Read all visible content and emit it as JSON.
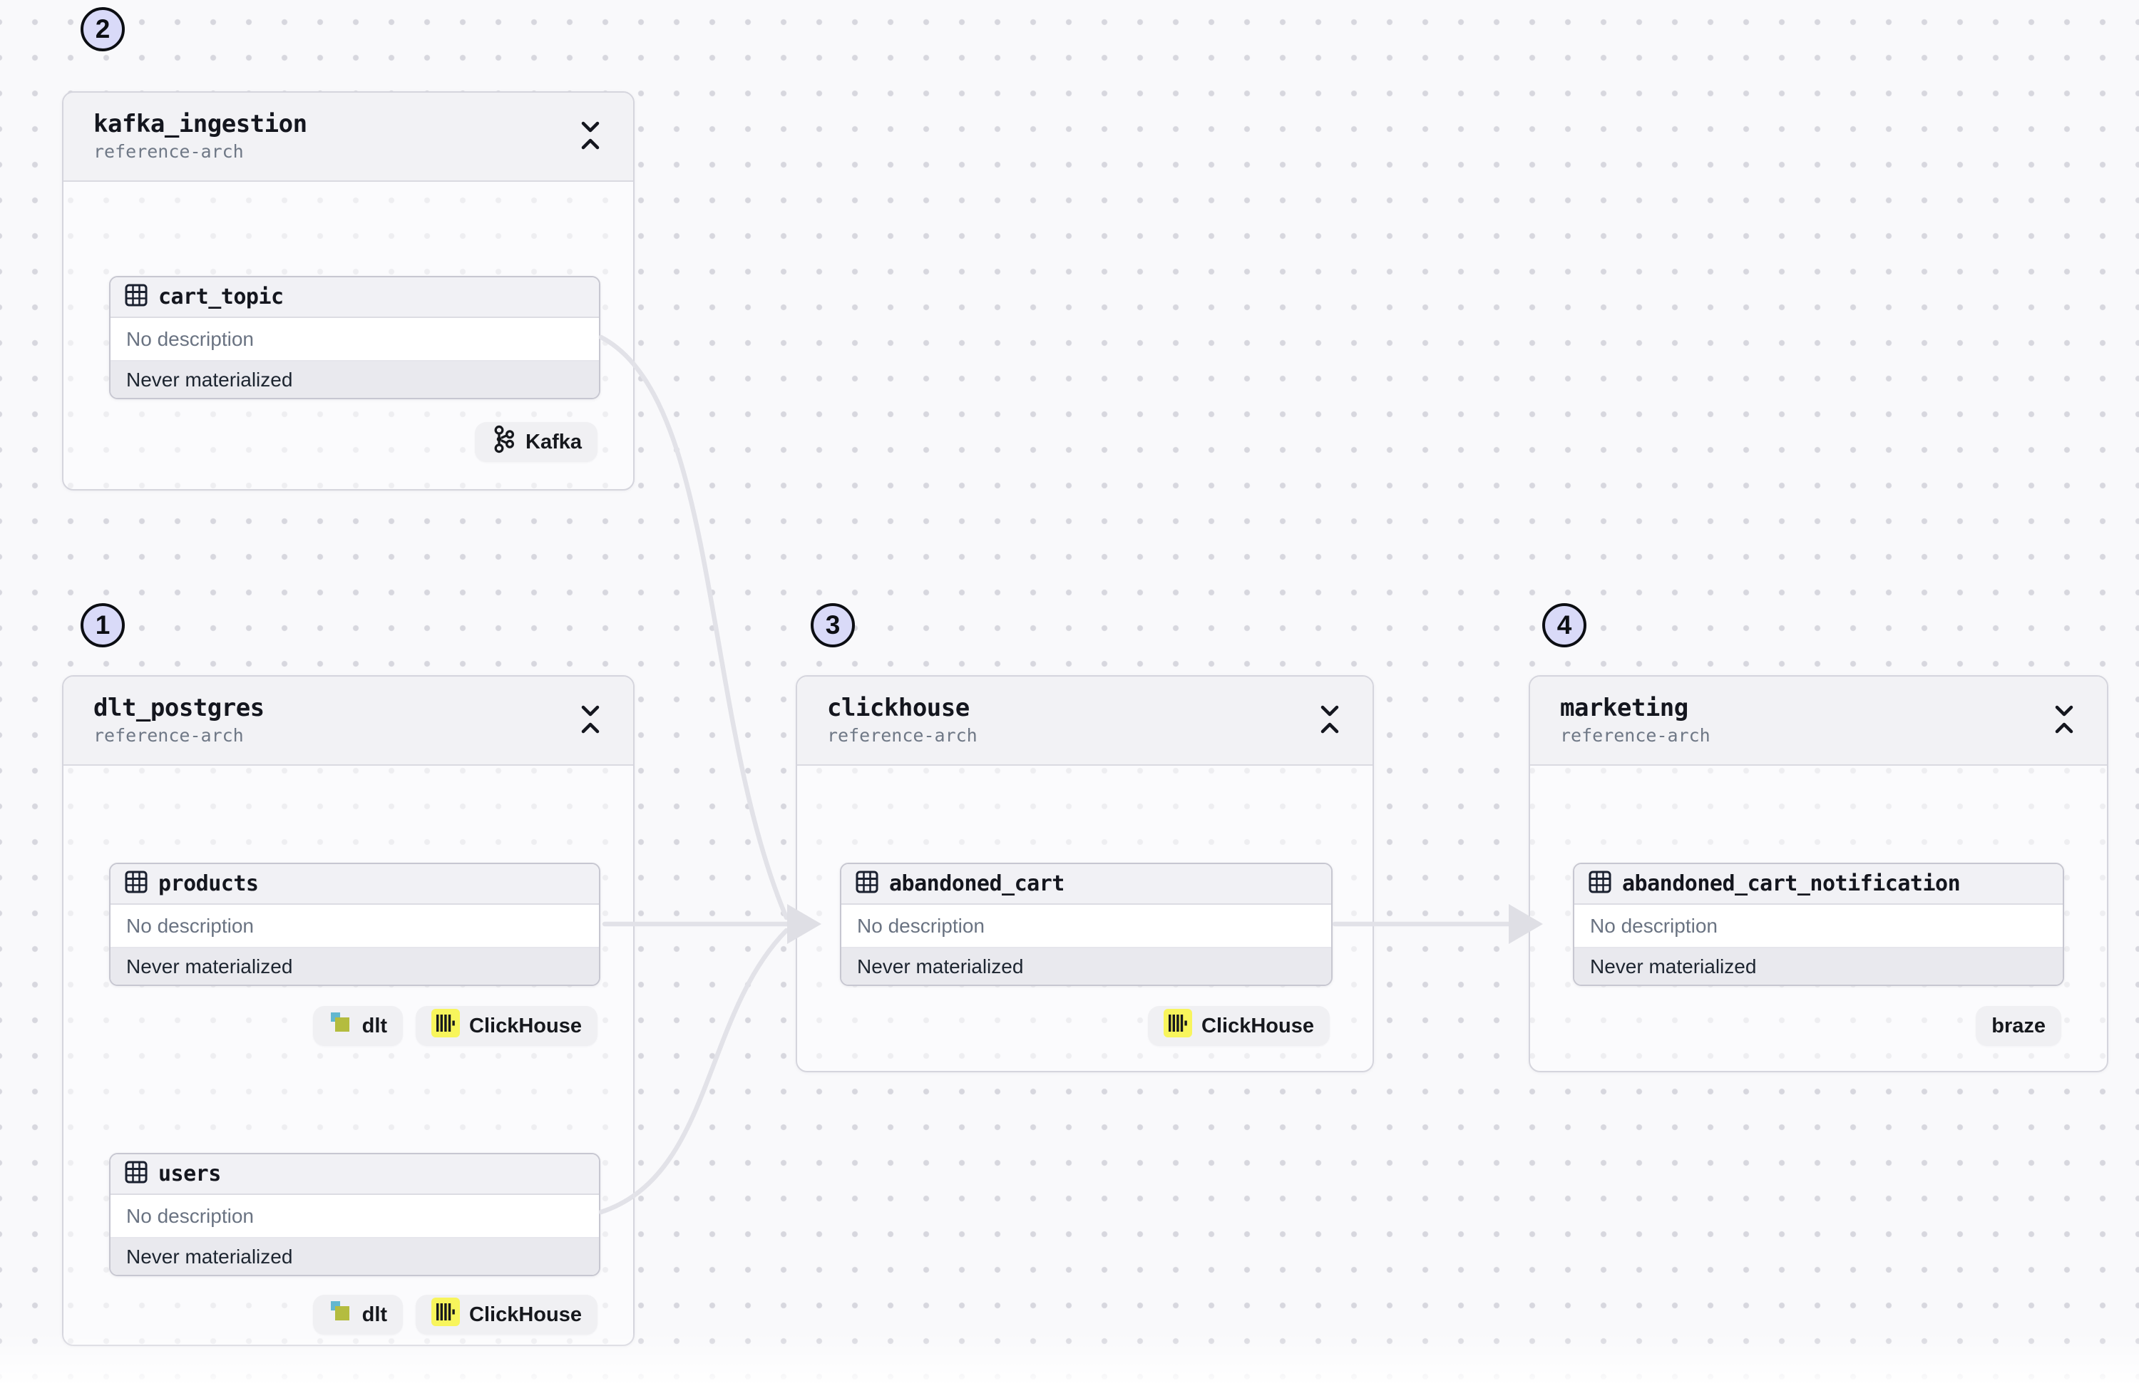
{
  "canvas": {
    "background": "#f9f9fb",
    "dot_color": "#d7d7de",
    "edge_color": "#e2e2e8",
    "accent_badge_fill": "#d9daf8",
    "clickhouse_yellow": "#f8f55c",
    "dlt_teal": "#62b7cf",
    "dlt_green": "#b4bc3f"
  },
  "groups": [
    {
      "number": "2",
      "title": "kafka_ingestion",
      "subtitle": "reference-arch",
      "assets": [
        {
          "name": "cart_topic",
          "description": "No description",
          "status": "Never materialized",
          "tags": [
            "Kafka"
          ]
        }
      ]
    },
    {
      "number": "1",
      "title": "dlt_postgres",
      "subtitle": "reference-arch",
      "assets": [
        {
          "name": "products",
          "description": "No description",
          "status": "Never materialized",
          "tags": [
            "dlt",
            "ClickHouse"
          ]
        },
        {
          "name": "users",
          "description": "No description",
          "status": "Never materialized",
          "tags": [
            "dlt",
            "ClickHouse"
          ]
        }
      ]
    },
    {
      "number": "3",
      "title": "clickhouse",
      "subtitle": "reference-arch",
      "assets": [
        {
          "name": "abandoned_cart",
          "description": "No description",
          "status": "Never materialized",
          "tags": [
            "ClickHouse"
          ]
        }
      ]
    },
    {
      "number": "4",
      "title": "marketing",
      "subtitle": "reference-arch",
      "assets": [
        {
          "name": "abandoned_cart_notification",
          "description": "No description",
          "status": "Never materialized",
          "tags": [
            "braze"
          ]
        }
      ]
    }
  ],
  "edges": [
    {
      "from": "cart_topic",
      "to": "abandoned_cart"
    },
    {
      "from": "products",
      "to": "abandoned_cart"
    },
    {
      "from": "users",
      "to": "abandoned_cart"
    },
    {
      "from": "abandoned_cart",
      "to": "abandoned_cart_notification"
    }
  ]
}
